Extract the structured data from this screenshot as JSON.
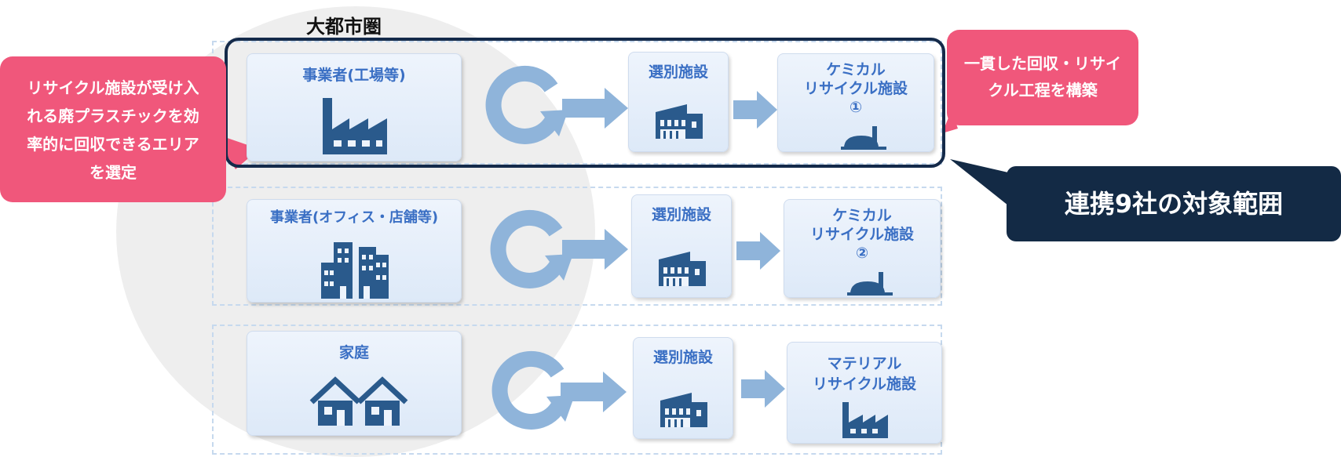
{
  "metro": {
    "title": "大都市圏"
  },
  "rows": [
    {
      "source": "事業者(工場等)",
      "source_icon": "factory-icon",
      "sorting": "選別施設",
      "sorting_icon": "building-icon",
      "recycle": "ケミカル\nリサイクル施設\n①",
      "recycle_icon": "chemical-plant-icon"
    },
    {
      "source": "事業者(オフィス・店舗等)",
      "source_icon": "office-buildings-icon",
      "sorting": "選別施設",
      "sorting_icon": "building-icon",
      "recycle": "ケミカル\nリサイクル施設\n②",
      "recycle_icon": "chemical-plant-icon"
    },
    {
      "source": "家庭",
      "source_icon": "houses-icon",
      "sorting": "選別施設",
      "sorting_icon": "building-icon",
      "recycle": "マテリアル\nリサイクル施設",
      "recycle_icon": "factory-icon"
    }
  ],
  "callouts": {
    "left": "リサイクル施設が受け入\nれる廃プラスチックを効\n率的に回収できるエリア\nを選定",
    "right": "一貫した回収・リサイ\nクル工程を構築",
    "scope": "連携9社の対象範囲"
  },
  "colors": {
    "box_text": "#3a6fc4",
    "icon": "#2a5a8c",
    "arrow": "#8fb4da",
    "highlight_border": "#142a4a",
    "callout_pink": "#f0577b",
    "callout_navy": "#132a45"
  }
}
